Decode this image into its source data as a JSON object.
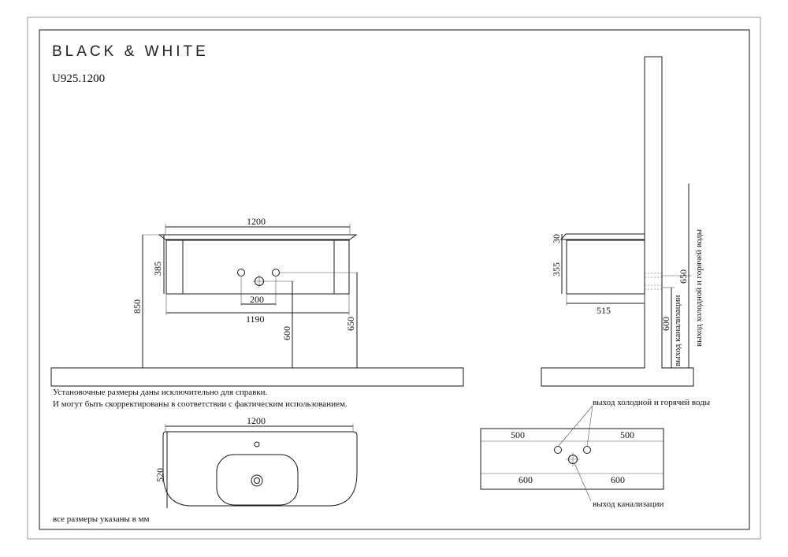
{
  "brand": "BLACK & WHITE",
  "model": "U925.1200",
  "front_view": {
    "width_top": "1200",
    "height_cabinet": "385",
    "height_total": "850",
    "tap_spacing": "200",
    "width_bottom": "1190",
    "drain_height": "600",
    "water_height": "650"
  },
  "side_view": {
    "top_thickness": "30",
    "cabinet_height": "355",
    "depth": "515",
    "water_height": "650",
    "water_label": "выход холодной и горячей воды",
    "drain_height": "600",
    "drain_label": "выход канализации"
  },
  "notes": [
    "Установочные размеры даны исключительно для справки.",
    "И могут быть скорректированы в соответствии с фактическим использованием."
  ],
  "top_view": {
    "width": "1200",
    "depth": "520"
  },
  "wall_view": {
    "water_label": "выход холодной и горячей воды",
    "drain_label": "выход канализации",
    "left_water": "500",
    "right_water": "500",
    "left_drain": "600",
    "right_drain": "600"
  },
  "units_note": "все размеры указаны в мм"
}
